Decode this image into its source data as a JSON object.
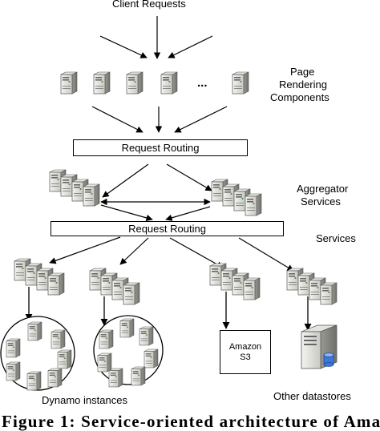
{
  "labels": {
    "client_requests": "Client Requests",
    "page_rendering": [
      "Page",
      "Rendering",
      "Components"
    ],
    "ellipsis": "...",
    "aggregator": [
      "Aggregator",
      "Services"
    ],
    "services": "Services",
    "dynamo": "Dynamo instances",
    "other_datastores": "Other datastores",
    "amazon_s3": [
      "Amazon",
      "S3"
    ]
  },
  "routing": {
    "top_label": "Request Routing",
    "bottom_label": "Request Routing"
  },
  "caption": "Figure 1: Service-oriented architecture of Ama"
}
